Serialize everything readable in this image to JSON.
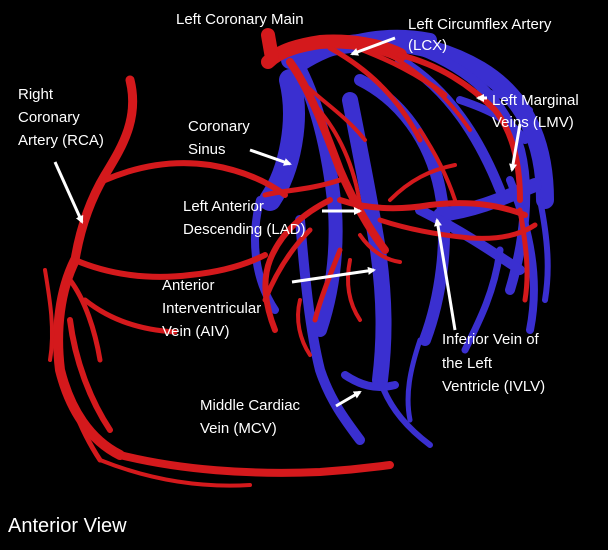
{
  "view_label": "Anterior View",
  "labels": {
    "lcm": "Left Coronary Main",
    "lcx_line1": "Left Circumflex Artery",
    "lcx_line2": "(LCX)",
    "lmv_line1": "Left Marginal",
    "lmv_line2": "Veins (LMV)",
    "rca_line1": "Right",
    "rca_line2": "Coronary",
    "rca_line3": "Artery (RCA)",
    "cs_line1": "Coronary",
    "cs_line2": "Sinus",
    "lad_line1": "Left Anterior",
    "lad_line2": "Descending (LAD)",
    "aiv_line1": "Anterior",
    "aiv_line2": "Interventricular",
    "aiv_line3": "Vein (AIV)",
    "ivlv_line1": "Inferior Vein of",
    "ivlv_line2": "the Left",
    "ivlv_line3": "Ventricle (IVLV)",
    "mcv_line1": "Middle Cardiac",
    "mcv_line2": "Vein (MCV)"
  },
  "colors": {
    "background": "#000000",
    "artery": "#d4191c",
    "vein": "#3a2fd0",
    "text": "#ffffff"
  }
}
